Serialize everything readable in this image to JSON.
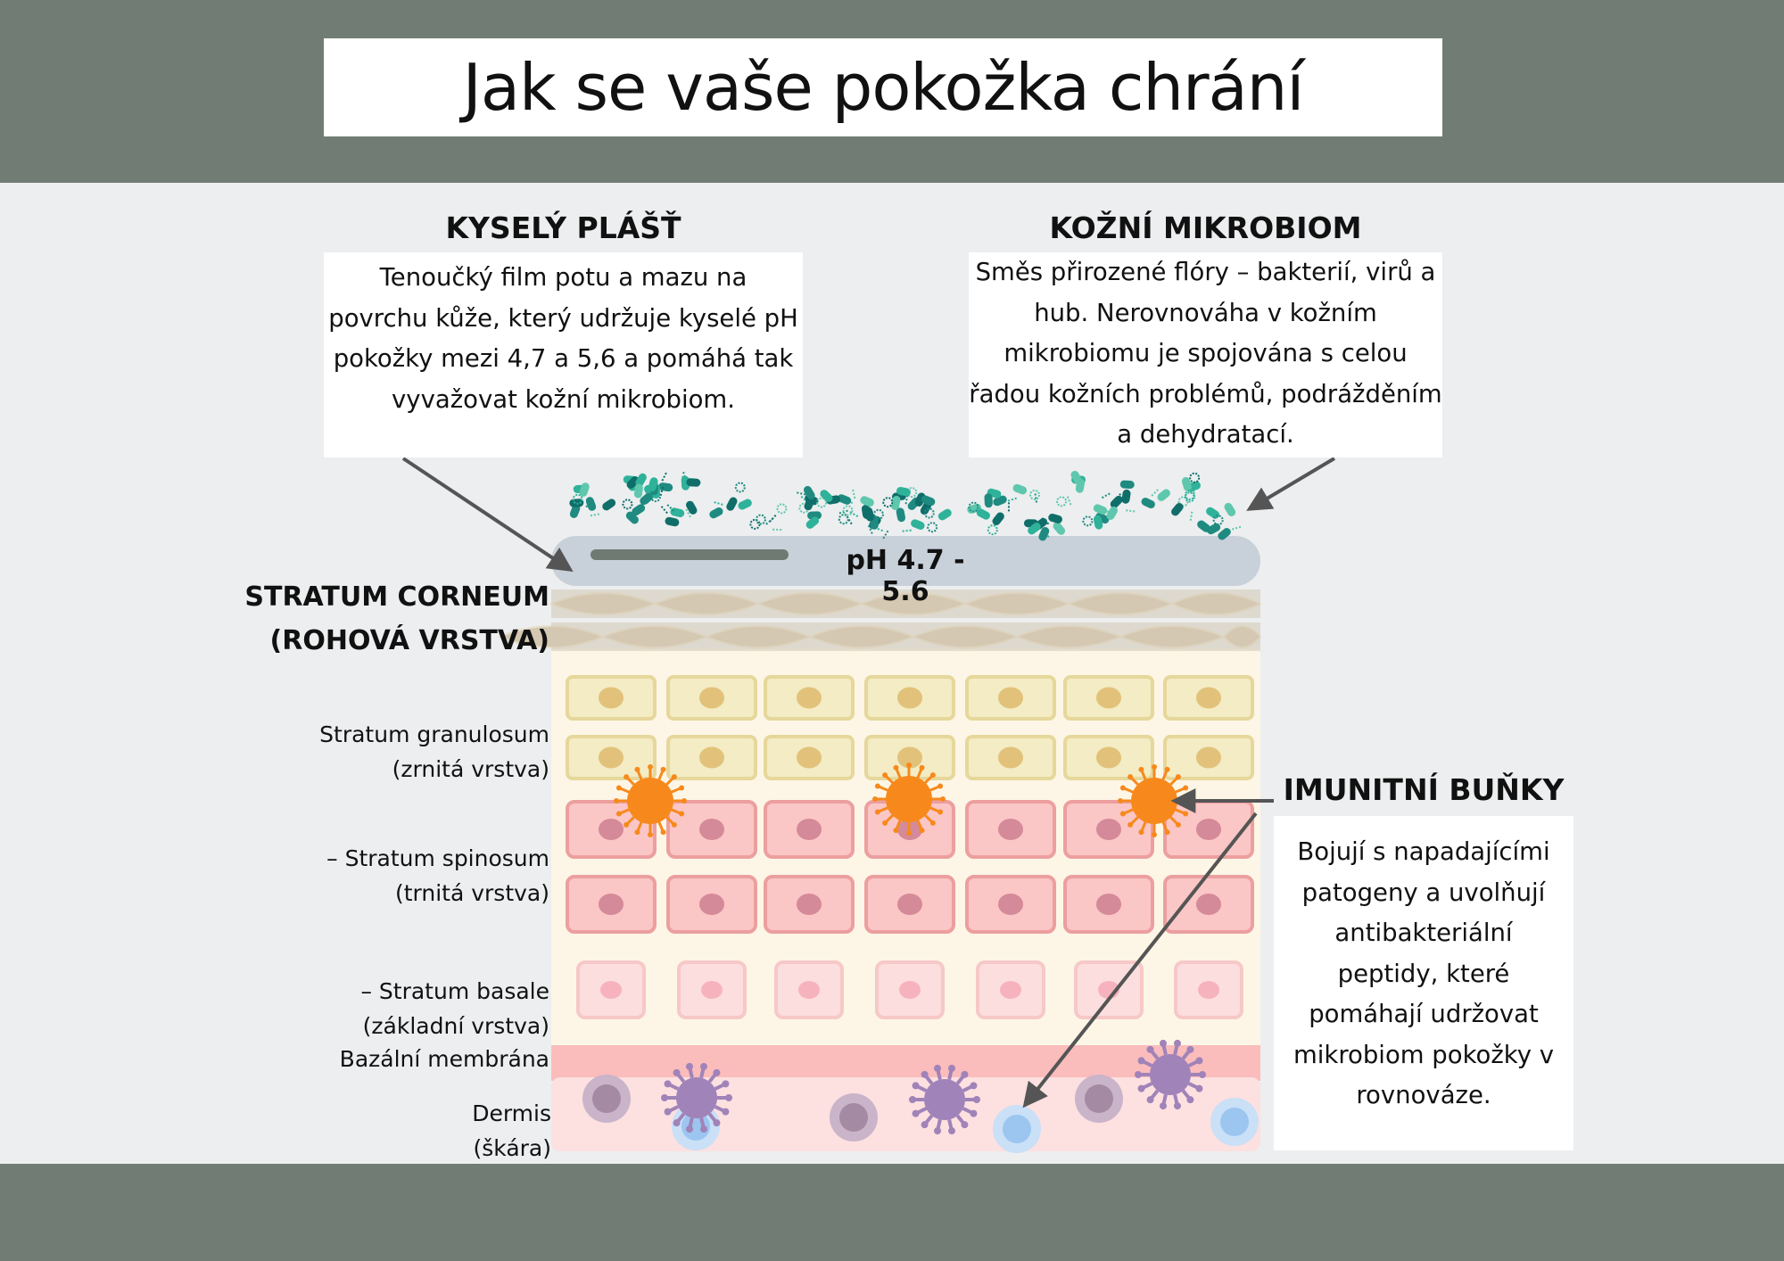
{
  "title": "Jak se vaše pokožka chrání",
  "acid_mantle": {
    "heading": "KYSELÝ PLÁŠŤ",
    "lines": [
      "Tenoučký film potu a mazu na",
      "povrchu kůže, který udržuje kyselé pH",
      "pokožky mezi 4,7 a 5,6 a pomáhá tak",
      "vyvažovat kožní mikrobiom."
    ]
  },
  "microbiome": {
    "heading": "KOŽNÍ MIKROBIOM",
    "lines": [
      "Směs přirozené flóry – bakterií, virů a",
      "hub. Nerovnováha v kožním",
      "mikrobiomu je spojována s celou",
      "řadou kožních problémů, podrážděním",
      "a dehydratací."
    ]
  },
  "immune": {
    "heading": "IMUNITNÍ BUŇKY",
    "lines": [
      "Bojují s napadajícími",
      "patogeny a uvolňují",
      "antibakteriální",
      "peptidy, které",
      "pomáhají udržovat",
      "mikrobiom pokožky v",
      "rovnováze."
    ]
  },
  "ph_label": "pH 4.7 - 5.6",
  "layers": {
    "corneum": [
      "STRATUM CORNEUM",
      "(ROHOVÁ VRSTVA)"
    ],
    "granulosum": [
      "Stratum granulosum",
      "(zrnitá vrstva)"
    ],
    "spinosum": [
      "– Stratum spinosum",
      "(trnitá vrstva)"
    ],
    "basale": [
      "– Stratum basale",
      "(základní vrstva)"
    ],
    "membrane": "Bazální membrána",
    "dermis": [
      "Dermis",
      "(škára)"
    ]
  },
  "colors": {
    "band": "#717d74",
    "background": "#eceeef",
    "ph_film": "#c8d0d9",
    "corneum": "#d4c8b2",
    "epidermis_bg": "#fdf6e6",
    "granular_cell": "#f3ecc4",
    "spinous_cell": "#fbc6c6",
    "basal_cell": "#fcdede",
    "membrane": "#fbbcbc",
    "dermis": "#fde0e0",
    "immune_cell": "#f7891c",
    "virus": "#a083b8",
    "bacteria": "#2fb29a",
    "arrow": "#555555"
  }
}
